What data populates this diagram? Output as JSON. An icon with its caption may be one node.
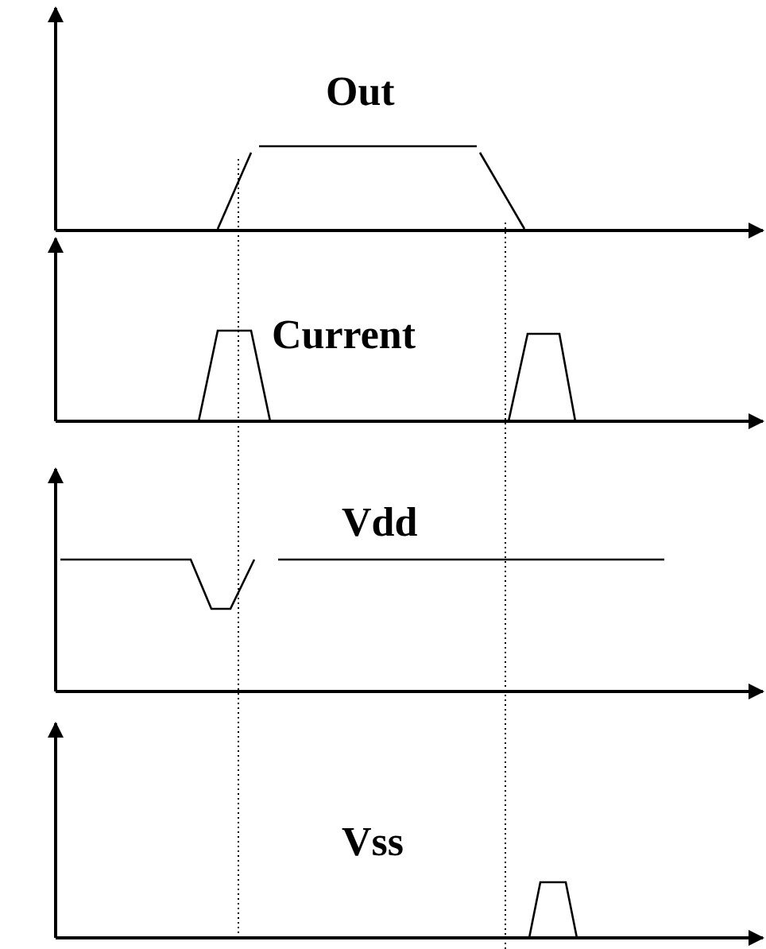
{
  "diagram": {
    "labels": [
      "Out",
      "Current",
      "Vdd",
      "Vss"
    ]
  }
}
